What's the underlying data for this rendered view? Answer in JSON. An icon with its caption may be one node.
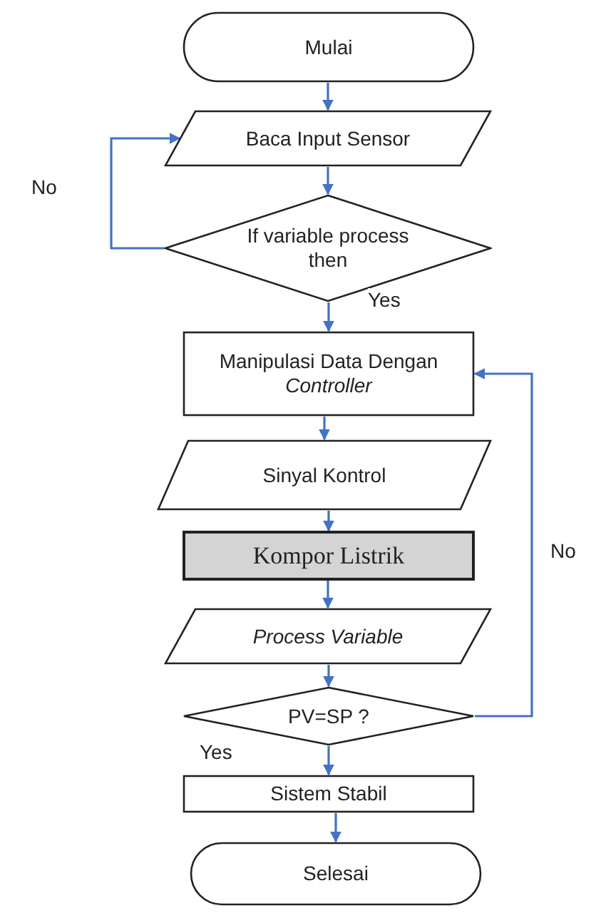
{
  "diagram": {
    "nodes": [
      {
        "text": [
          "Mulai"
        ]
      },
      {
        "text": [
          "Baca Input Sensor"
        ]
      },
      {
        "text": [
          "If variable process then"
        ]
      },
      {
        "text": [
          "Manipulasi Data Dengan *Controller*"
        ]
      },
      {
        "text": [
          "Sinyal Kontrol"
        ]
      },
      {
        "text": [
          "Kompor Listrik"
        ]
      },
      {
        "text": [
          "Process Variable"
        ]
      },
      {
        "text": [
          "PV=SP ?"
        ]
      },
      {
        "text": [
          "Sistem Stabil"
        ]
      },
      {
        "text": [
          "Selesai"
        ]
      }
    ],
    "edges": [
      {
        "from": 0,
        "to": 1,
        "arrow": "to"
      },
      {
        "from": 1,
        "to": 2,
        "arrow": "to"
      },
      {
        "from": 2,
        "to": 3,
        "arrow": "to",
        "label": "Yes"
      },
      {
        "from": 2,
        "to": 1,
        "arrow": "to",
        "label": "No"
      },
      {
        "from": 3,
        "to": 4,
        "arrow": "to"
      },
      {
        "from": 4,
        "to": 5,
        "arrow": "to"
      },
      {
        "from": 5,
        "to": 6,
        "arrow": "to"
      },
      {
        "from": 6,
        "to": 7,
        "arrow": "to"
      },
      {
        "from": 7,
        "to": 3,
        "arrow": "to",
        "label": "No"
      },
      {
        "from": 7,
        "to": 8,
        "arrow": "to",
        "label": "Yes"
      },
      {
        "from": 8,
        "to": 9,
        "arrow": "to"
      }
    ]
  }
}
